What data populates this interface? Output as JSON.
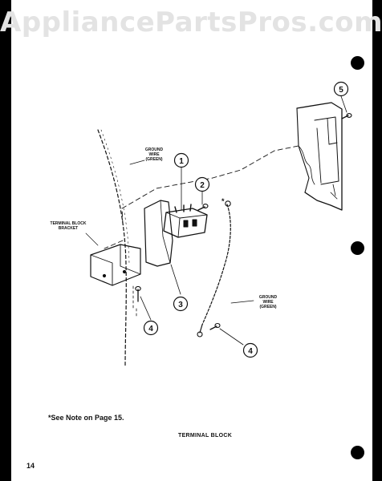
{
  "watermark": "AppliancePartsPros.com",
  "callouts": {
    "c1": "1",
    "c2": "2",
    "c3": "3",
    "c4a": "4",
    "c4b": "4",
    "c5": "5"
  },
  "labels": {
    "ground_wire_top": "GROUND WIRE (GREEN)",
    "terminal_block_bracket": "TERMINAL BLOCK BRACKET",
    "ground_wire_right": "GROUND WIRE (GREEN)",
    "asterisk": "*"
  },
  "note": "*See Note on Page 15.",
  "caption": "TERMINAL BLOCK",
  "page_number": "14"
}
